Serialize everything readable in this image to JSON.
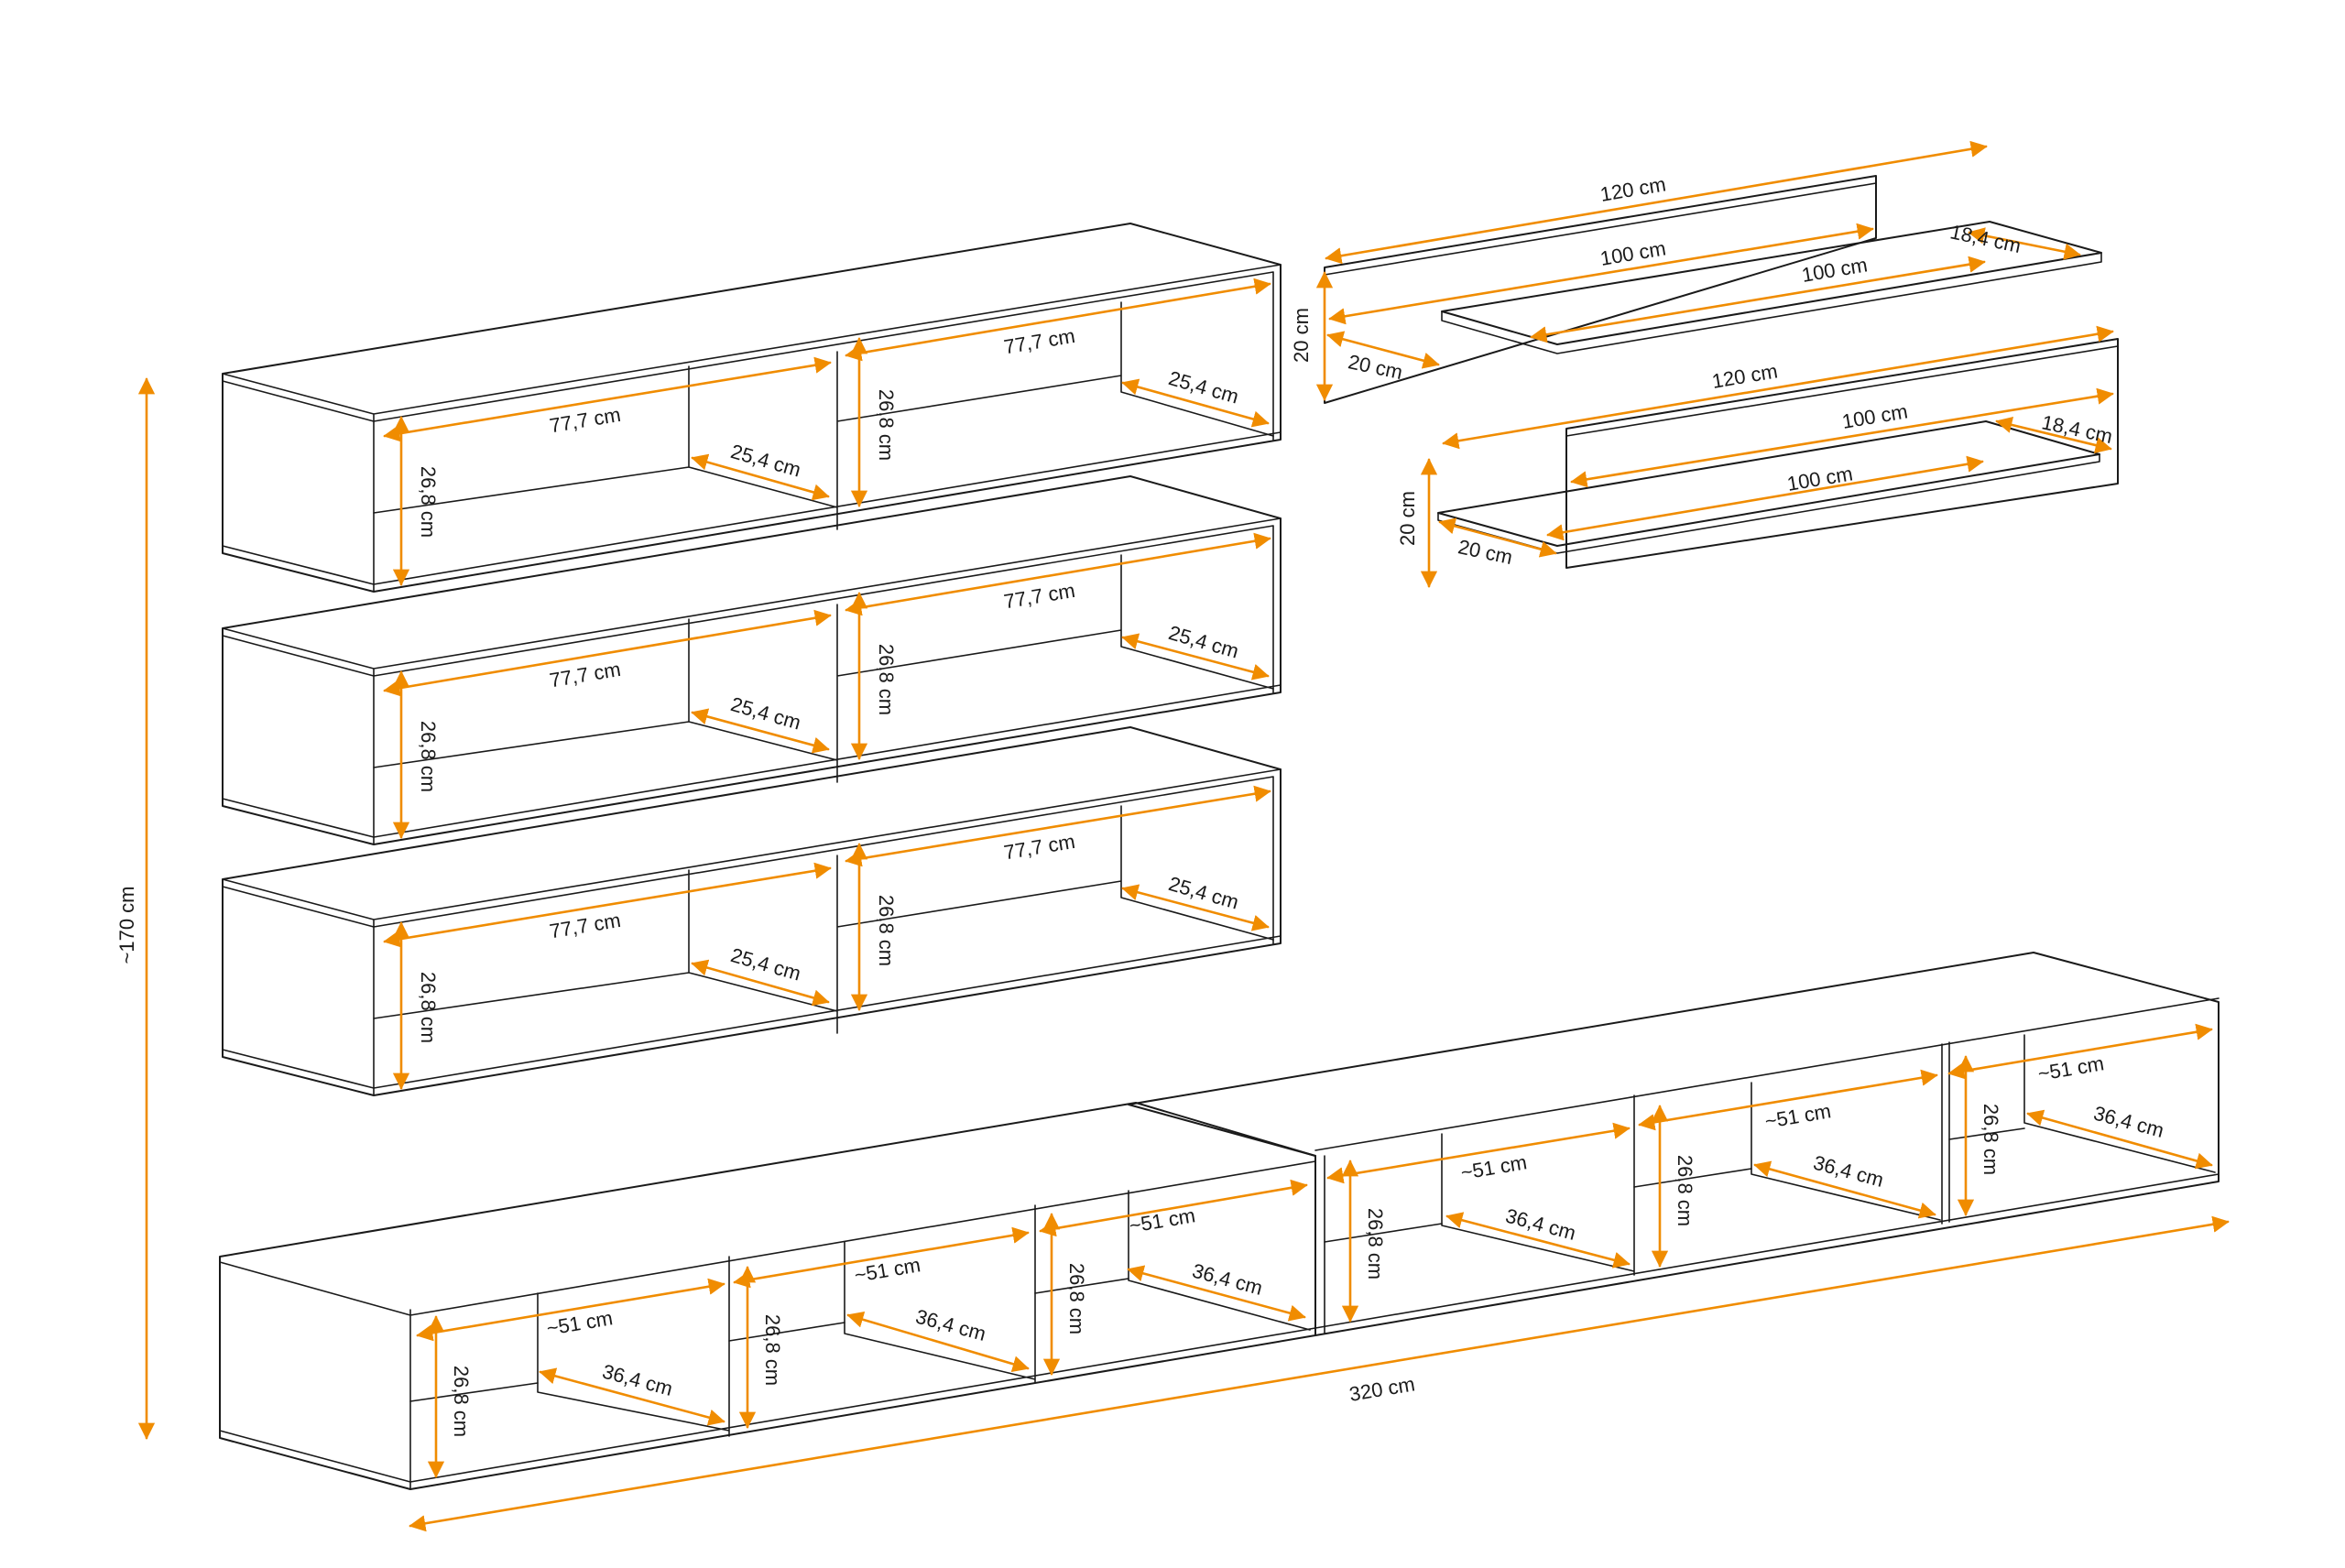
{
  "colors": {
    "line": "#1a1a1a",
    "dimension": "#f08c00",
    "background": "#ffffff"
  },
  "overall": {
    "height": "~170 cm",
    "width": "320 cm"
  },
  "wall_cabinets": [
    {
      "width_left": "77,7 cm",
      "width_right": "77,7 cm",
      "depth_left": "25,4 cm",
      "depth_right": "25,4 cm",
      "height_left": "26,8 cm",
      "height_right": "26,8 cm"
    },
    {
      "width_left": "77,7 cm",
      "width_right": "77,7 cm",
      "depth_left": "25,4 cm",
      "depth_right": "25,4 cm",
      "height_left": "26,8 cm",
      "height_right": "26,8 cm"
    },
    {
      "width_left": "77,7 cm",
      "width_right": "77,7 cm",
      "depth_left": "25,4 cm",
      "depth_right": "25,4 cm",
      "height_left": "26,8 cm",
      "height_right": "26,8 cm"
    }
  ],
  "shelves": [
    {
      "back_width": "120 cm",
      "back_height": "20 cm",
      "back_depth": "20 cm",
      "shelf_width_front": "100 cm",
      "shelf_width_back": "100 cm",
      "shelf_depth": "18,4 cm"
    },
    {
      "back_width": "120 cm",
      "back_height": "20 cm",
      "back_depth": "20 cm",
      "shelf_width_front": "100 cm",
      "shelf_width_back": "100 cm",
      "shelf_depth": "18,4 cm"
    }
  ],
  "low_units": {
    "compartment_width": "~51 cm",
    "compartment_depth": "36,4 cm",
    "compartment_height": "26,8 cm"
  }
}
